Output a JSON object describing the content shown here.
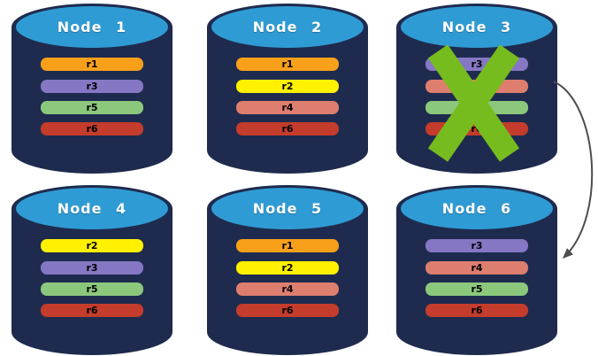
{
  "diagram": {
    "type": "database-replication-nodes",
    "background": "#ffffff"
  },
  "colors": {
    "cylinder_body": "#1E2B4E",
    "cylinder_cap": "#2F9BD4",
    "title_text": "#ffffff",
    "bar_text": "#000000",
    "cross": "#77BC1F",
    "arrow": "#4d4d4d"
  },
  "replica_colors": {
    "r1": "#F9A01B",
    "r2": "#FFF100",
    "r3": "#8677C4",
    "r4": "#DE7E6E",
    "r5": "#8CC87C",
    "r6": "#C43C2B"
  },
  "nodes": [
    {
      "title": "Node 1",
      "replicas": [
        "r1",
        "r3",
        "r5",
        "r6"
      ],
      "failed": false
    },
    {
      "title": "Node 2",
      "replicas": [
        "r1",
        "r2",
        "r4",
        "r6"
      ],
      "failed": false
    },
    {
      "title": "Node 3",
      "replicas": [
        "r3",
        "r4",
        "r5",
        "r6"
      ],
      "failed": true
    },
    {
      "title": "Node 4",
      "replicas": [
        "r2",
        "r3",
        "r5",
        "r6"
      ],
      "failed": false
    },
    {
      "title": "Node 5",
      "replicas": [
        "r1",
        "r2",
        "r4",
        "r6"
      ],
      "failed": false
    },
    {
      "title": "Node 6",
      "replicas": [
        "r3",
        "r4",
        "r5",
        "r6"
      ],
      "failed": false
    }
  ],
  "annotations": {
    "failure_cross": {
      "on_node": "Node 3"
    },
    "failover_arrow": {
      "from": "Node 3",
      "to": "Node 6"
    }
  }
}
